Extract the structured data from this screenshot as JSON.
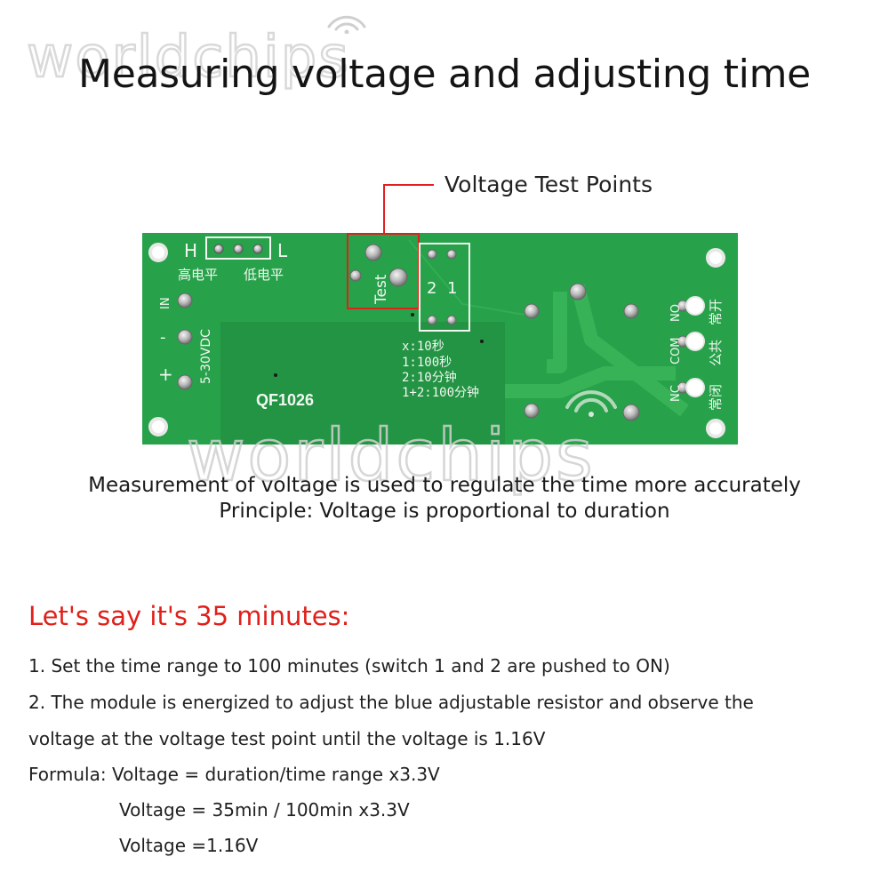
{
  "title": "Measuring voltage and adjusting time",
  "watermark": {
    "brand": "worldchips",
    "icon": "wifi-signal-icon"
  },
  "callout": {
    "label": "Voltage Test Points"
  },
  "colors": {
    "accent_red": "#e0201a",
    "pcb_green": "#27a24a",
    "silkscreen": "#f2f7f2"
  },
  "board": {
    "header_h": "H",
    "header_l": "L",
    "label_high_level": "高电平",
    "label_low_level": "低电平",
    "pin_in": "IN",
    "pin_minus": "-",
    "pin_plus": "+",
    "supply_range": "5-30VDC",
    "test_label": "Test",
    "switch_2": "2",
    "switch_1": "1",
    "time_modes": [
      "x:10秒",
      "1:100秒",
      "2:10分钟",
      "1+2:100分钟"
    ],
    "model": "QF1026",
    "relay_no": "NO",
    "relay_com": "COM",
    "relay_nc": "NC",
    "relay_no_cn": "常开",
    "relay_com_cn": "公共",
    "relay_nc_cn": "常闭"
  },
  "description": {
    "line1": "Measurement of voltage is used to regulate the time more accurately",
    "line2": "Principle: Voltage is proportional to duration"
  },
  "example": {
    "heading": "Let's say it's 35 minutes:",
    "step1": "1. Set the time range to 100 minutes (switch 1 and 2 are pushed to ON)",
    "step2a": "2. The module is energized to adjust the blue adjustable resistor and observe the",
    "step2b": "voltage at the voltage test point until the voltage is 1.16V",
    "formula1": "Formula: Voltage = duration/time range x3.3V",
    "formula2": "Voltage = 35min / 100min x3.3V",
    "formula3": "Voltage =1.16V"
  }
}
